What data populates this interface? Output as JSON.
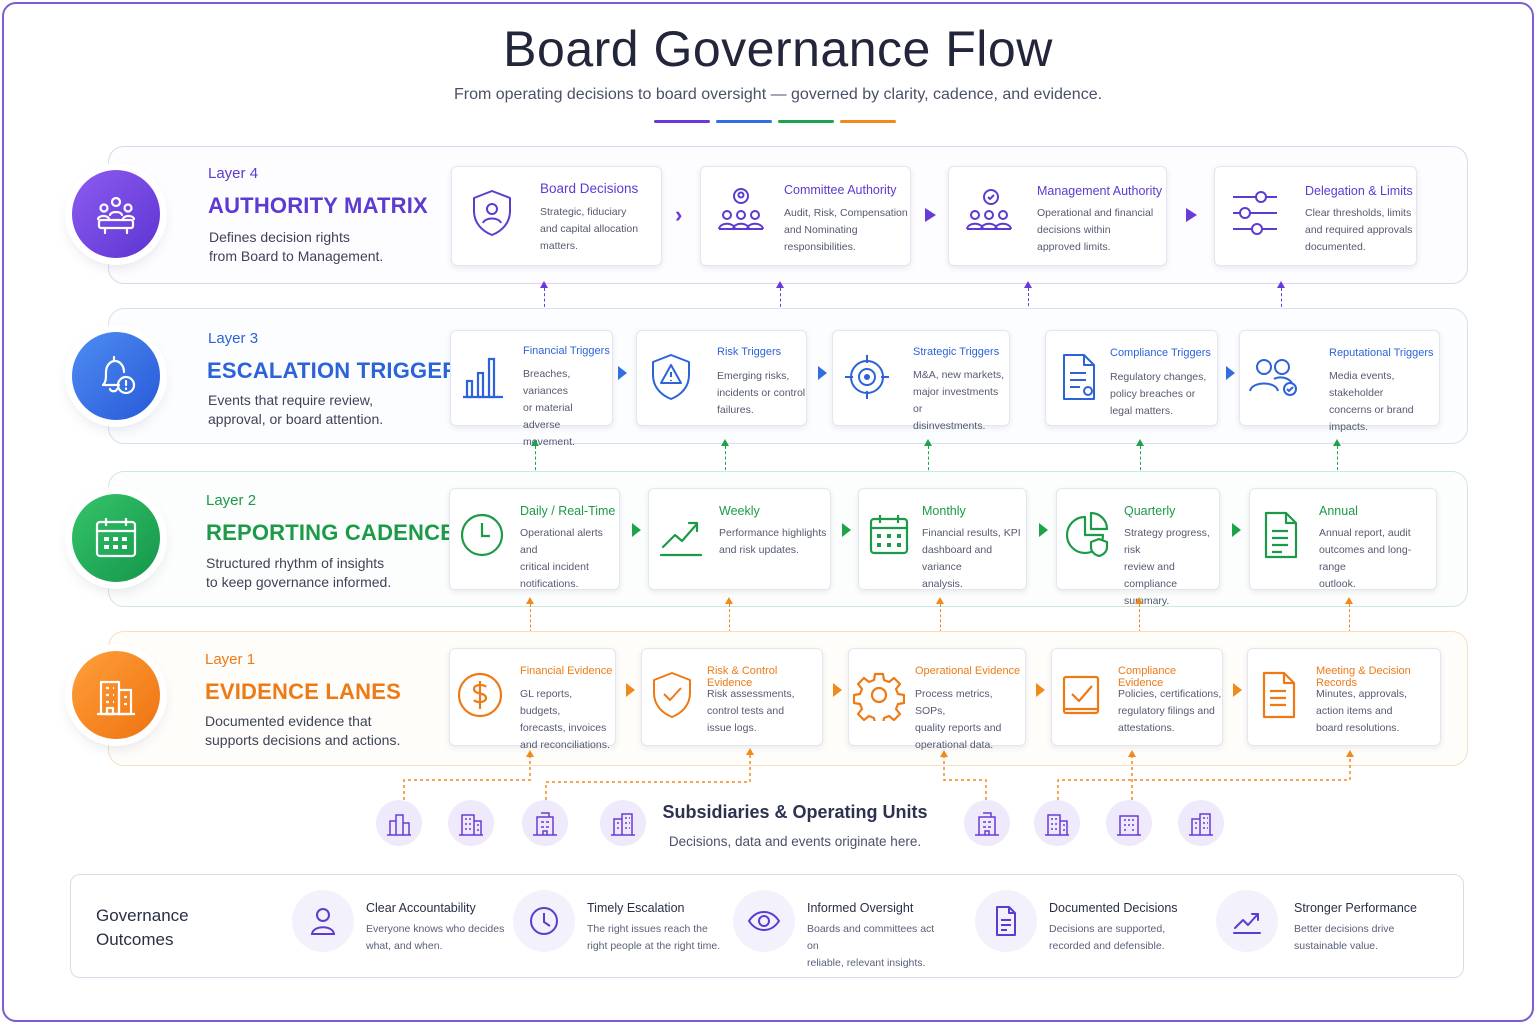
{
  "header": {
    "title": "Board Governance Flow",
    "subtitle": "From operating decisions to board oversight — governed by clarity, cadence, and evidence."
  },
  "colors": {
    "purple": "#6a3ad8",
    "blue": "#2f6fe0",
    "green": "#1fa34a",
    "orange": "#f08a1c"
  },
  "layers": [
    {
      "tag": "Layer 4",
      "name": "AUTHORITY MATRIX",
      "desc_line1": "Defines decision rights",
      "desc_line2": "from Board to Management.",
      "icon": "boardroom-icon",
      "cards": [
        {
          "title": "Board Decisions",
          "d1": "Strategic, fiduciary",
          "d2": "and capital allocation",
          "d3": "matters.",
          "icon": "shield-user-icon"
        },
        {
          "title": "Committee Authority",
          "d1": "Audit, Risk, Compensation",
          "d2": "and Nominating",
          "d3": "responsibilities.",
          "icon": "committee-icon"
        },
        {
          "title": "Management Authority",
          "d1": "Operational and financial",
          "d2": "decisions within",
          "d3": "approved limits.",
          "icon": "team-check-icon"
        },
        {
          "title": "Delegation & Limits",
          "d1": "Clear thresholds, limits",
          "d2": "and required approvals",
          "d3": "documented.",
          "icon": "sliders-icon"
        }
      ]
    },
    {
      "tag": "Layer 3",
      "name": "ESCALATION TRIGGERS",
      "desc_line1": "Events that require review,",
      "desc_line2": "approval, or board attention.",
      "icon": "bell-alert-icon",
      "cards": [
        {
          "title": "Financial Triggers",
          "d1": "Breaches, variances",
          "d2": "or material adverse",
          "d3": "movement.",
          "icon": "bar-chart-icon"
        },
        {
          "title": "Risk Triggers",
          "d1": "Emerging risks,",
          "d2": "incidents or control",
          "d3": "failures.",
          "icon": "shield-warning-icon"
        },
        {
          "title": "Strategic Triggers",
          "d1": "M&A, new markets,",
          "d2": "major investments or",
          "d3": "disinvestments.",
          "icon": "target-icon"
        },
        {
          "title": "Compliance Triggers",
          "d1": "Regulatory changes,",
          "d2": "policy breaches or",
          "d3": "legal matters.",
          "icon": "document-icon"
        },
        {
          "title": "Reputational Triggers",
          "d1": "Media events, stakeholder",
          "d2": "concerns or brand",
          "d3": "impacts.",
          "icon": "people-check-icon"
        }
      ]
    },
    {
      "tag": "Layer 2",
      "name": "REPORTING CADENCE",
      "desc_line1": "Structured rhythm of insights",
      "desc_line2": "to keep governance informed.",
      "icon": "calendar-icon",
      "cards": [
        {
          "title": "Daily / Real-Time",
          "d1": "Operational alerts and",
          "d2": "critical incident",
          "d3": "notifications.",
          "icon": "clock-icon"
        },
        {
          "title": "Weekly",
          "d1": "Performance highlights",
          "d2": "and risk updates.",
          "d3": "",
          "icon": "trend-icon"
        },
        {
          "title": "Monthly",
          "d1": "Financial results, KPI",
          "d2": "dashboard and variance",
          "d3": "analysis.",
          "icon": "calendar-grid-icon"
        },
        {
          "title": "Quarterly",
          "d1": "Strategy progress, risk",
          "d2": "review and compliance",
          "d3": "summary.",
          "icon": "pie-shield-icon"
        },
        {
          "title": "Annual",
          "d1": "Annual report, audit",
          "d2": "outcomes and long-range",
          "d3": "outlook.",
          "icon": "report-icon"
        }
      ]
    },
    {
      "tag": "Layer 1",
      "name": "EVIDENCE LANES",
      "desc_line1": "Documented evidence that",
      "desc_line2": "supports decisions and actions.",
      "icon": "building-icon",
      "cards": [
        {
          "title": "Financial Evidence",
          "d1": "GL reports, budgets,",
          "d2": "forecasts, invoices",
          "d3": "and reconciliations.",
          "icon": "dollar-icon"
        },
        {
          "title": "Risk & Control Evidence",
          "d1": "Risk assessments,",
          "d2": "control tests and",
          "d3": "issue logs.",
          "icon": "shield-check-icon"
        },
        {
          "title": "Operational Evidence",
          "d1": "Process metrics, SOPs,",
          "d2": "quality reports and",
          "d3": "operational data.",
          "icon": "gear-icon"
        },
        {
          "title": "Compliance Evidence",
          "d1": "Policies, certifications,",
          "d2": "regulatory filings and",
          "d3": "attestations.",
          "icon": "checkbox-icon"
        },
        {
          "title": "Meeting & Decision Records",
          "d1": "Minutes, approvals,",
          "d2": "action items and",
          "d3": "board resolutions.",
          "icon": "minutes-icon"
        }
      ]
    }
  ],
  "subsidiaries": {
    "title": "Subsidiaries & Operating Units",
    "desc": "Decisions, data and events originate here."
  },
  "outcomes": {
    "heading_line1": "Governance",
    "heading_line2": "Outcomes",
    "items": [
      {
        "title": "Clear Accountability",
        "d1": "Everyone knows who decides",
        "d2": "what, and when.",
        "icon": "person-icon"
      },
      {
        "title": "Timely Escalation",
        "d1": "The right issues reach the",
        "d2": "right people at the right time.",
        "icon": "clock-icon"
      },
      {
        "title": "Informed Oversight",
        "d1": "Boards and committees act on",
        "d2": "reliable, relevant insights.",
        "icon": "eye-icon"
      },
      {
        "title": "Documented Decisions",
        "d1": "Decisions are supported,",
        "d2": "recorded and defensible.",
        "icon": "document-icon"
      },
      {
        "title": "Stronger Performance",
        "d1": "Better decisions drive",
        "d2": "sustainable value.",
        "icon": "trend-up-icon"
      }
    ]
  }
}
